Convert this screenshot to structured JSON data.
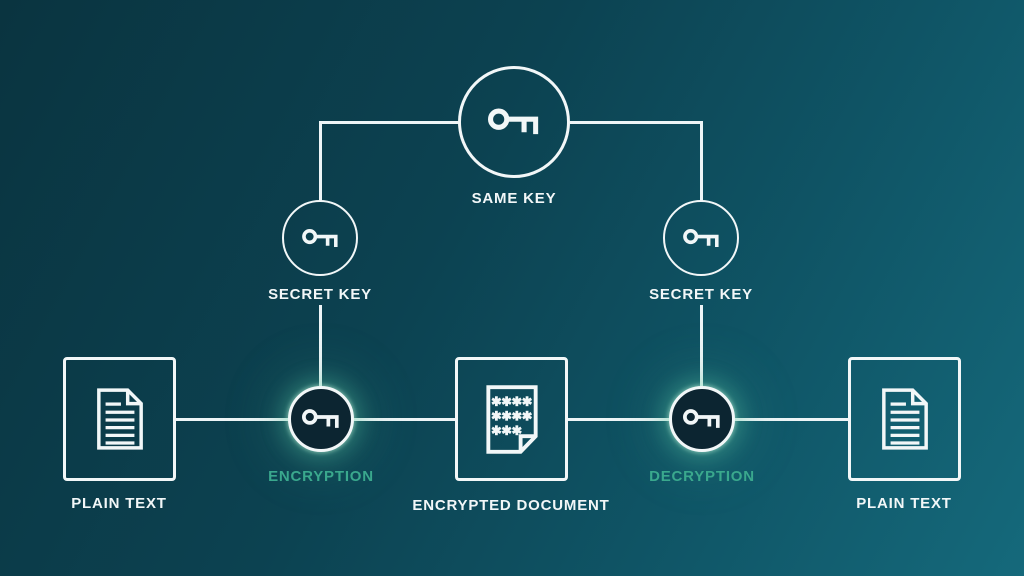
{
  "diagram": {
    "same_key": {
      "label": "SAME KEY",
      "icon": "key-icon"
    },
    "secret_key_left": {
      "label": "SECRET KEY",
      "icon": "key-icon"
    },
    "secret_key_right": {
      "label": "SECRET KEY",
      "icon": "key-icon"
    },
    "encryption": {
      "label": "ENCRYPTION",
      "icon": "key-icon"
    },
    "decryption": {
      "label": "DECRYPTION",
      "icon": "key-icon"
    },
    "plain_text_left": {
      "label": "PLAIN TEXT",
      "icon": "document-icon"
    },
    "encrypted_document": {
      "label": "ENCRYPTED DOCUMENT",
      "icon": "encrypted-document-icon",
      "glyph_rows": [
        "****",
        "****",
        "***"
      ]
    },
    "plain_text_right": {
      "label": "PLAIN TEXT",
      "icon": "document-icon"
    }
  },
  "colors": {
    "background_top_left": "#0a3440",
    "background_bottom_right": "#15697b",
    "stroke_white": "#f2f7f8",
    "accent_green": "#3aa88d",
    "crypt_node_fill": "#0c2531",
    "glow_green": "#6fdcb8"
  }
}
